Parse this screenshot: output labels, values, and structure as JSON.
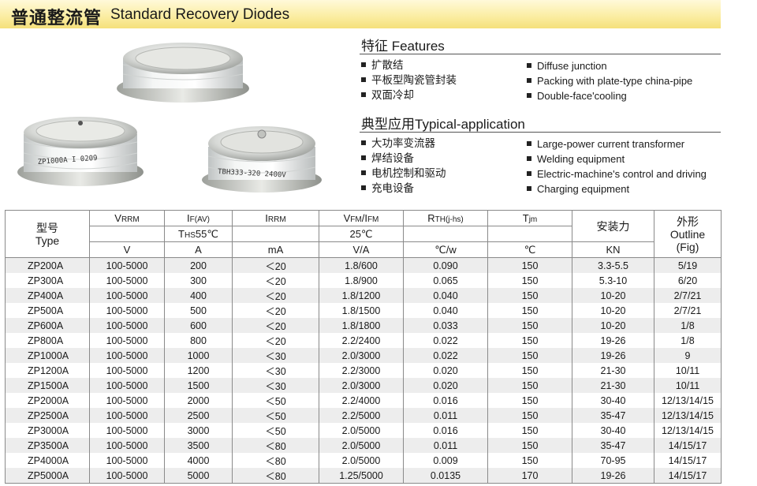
{
  "header": {
    "title_cn": "普通整流管",
    "title_en": "Standard Recovery Diodes"
  },
  "product_marks": {
    "left": "ZP1000A  I  0209",
    "right": "TBH333-320  2400V"
  },
  "features": {
    "title": "特征 Features",
    "items_cn": [
      "扩散结",
      "平板型陶瓷管封装",
      "双面冷却"
    ],
    "items_en": [
      "Diffuse junction",
      "Packing with plate-type china-pipe",
      "Double-face'cooling"
    ]
  },
  "applications": {
    "title": "典型应用Typical-application",
    "items_cn": [
      "大功率变流器",
      "焊结设备",
      "电机控制和驱动",
      "充电设备"
    ],
    "items_en": [
      "Large-power current transformer",
      "Welding equipment",
      "Electric-machine's control and driving",
      "Charging equipment"
    ]
  },
  "table": {
    "type_cn": "型号",
    "type_en": "Type",
    "vrrm": {
      "main": "V",
      "sub": "RRM"
    },
    "if": {
      "main": "I",
      "sub": "F(AV)"
    },
    "irrm": {
      "main": "I",
      "sub": "RRM"
    },
    "vfm": {
      "main": "V",
      "sub": "FM",
      "sep": "/I",
      "sub2": "FM"
    },
    "rth": {
      "main": "R",
      "sub": "TH(j-hs)"
    },
    "tjm": {
      "main": "T",
      "sub": "jm"
    },
    "force_cn": "安装力",
    "outline_cn": "外形",
    "outline_en": "Outline",
    "outline_fig": "(Fig)",
    "cond_ths": {
      "main": "T",
      "sub": "HS",
      "val": "55℃"
    },
    "cond_vfm": "25℃",
    "units": [
      "V",
      "A",
      "mA",
      "V/A",
      "℃/w",
      "℃",
      "KN"
    ],
    "rows": [
      [
        "ZP200A",
        "100-5000",
        "200",
        "＜20",
        "1.8/600",
        "0.090",
        "150",
        "3.3-5.5",
        "5/19"
      ],
      [
        "ZP300A",
        "100-5000",
        "300",
        "＜20",
        "1.8/900",
        "0.065",
        "150",
        "5.3-10",
        "6/20"
      ],
      [
        "ZP400A",
        "100-5000",
        "400",
        "＜20",
        "1.8/1200",
        "0.040",
        "150",
        "10-20",
        "2/7/21"
      ],
      [
        "ZP500A",
        "100-5000",
        "500",
        "＜20",
        "1.8/1500",
        "0.040",
        "150",
        "10-20",
        "2/7/21"
      ],
      [
        "ZP600A",
        "100-5000",
        "600",
        "＜20",
        "1.8/1800",
        "0.033",
        "150",
        "10-20",
        "1/8"
      ],
      [
        "ZP800A",
        "100-5000",
        "800",
        "＜20",
        "2.2/2400",
        "0.022",
        "150",
        "19-26",
        "1/8"
      ],
      [
        "ZP1000A",
        "100-5000",
        "1000",
        "＜30",
        "2.0/3000",
        "0.022",
        "150",
        "19-26",
        "9"
      ],
      [
        "ZP1200A",
        "100-5000",
        "1200",
        "＜30",
        "2.2/3000",
        "0.020",
        "150",
        "21-30",
        "10/11"
      ],
      [
        "ZP1500A",
        "100-5000",
        "1500",
        "＜30",
        "2.0/3000",
        "0.020",
        "150",
        "21-30",
        "10/11"
      ],
      [
        "ZP2000A",
        "100-5000",
        "2000",
        "＜50",
        "2.2/4000",
        "0.016",
        "150",
        "30-40",
        "12/13/14/15"
      ],
      [
        "ZP2500A",
        "100-5000",
        "2500",
        "＜50",
        "2.2/5000",
        "0.011",
        "150",
        "35-47",
        "12/13/14/15"
      ],
      [
        "ZP3000A",
        "100-5000",
        "3000",
        "＜50",
        "2.0/5000",
        "0.016",
        "150",
        "30-40",
        "12/13/14/15"
      ],
      [
        "ZP3500A",
        "100-5000",
        "3500",
        "＜80",
        "2.0/5000",
        "0.011",
        "150",
        "35-47",
        "14/15/17"
      ],
      [
        "ZP4000A",
        "100-5000",
        "4000",
        "＜80",
        "2.0/5000",
        "0.009",
        "150",
        "70-95",
        "14/15/17"
      ],
      [
        "ZP5000A",
        "100-5000",
        "5000",
        "＜80",
        "1.25/5000",
        "0.0135",
        "170",
        "19-26",
        "14/15/17"
      ]
    ]
  }
}
